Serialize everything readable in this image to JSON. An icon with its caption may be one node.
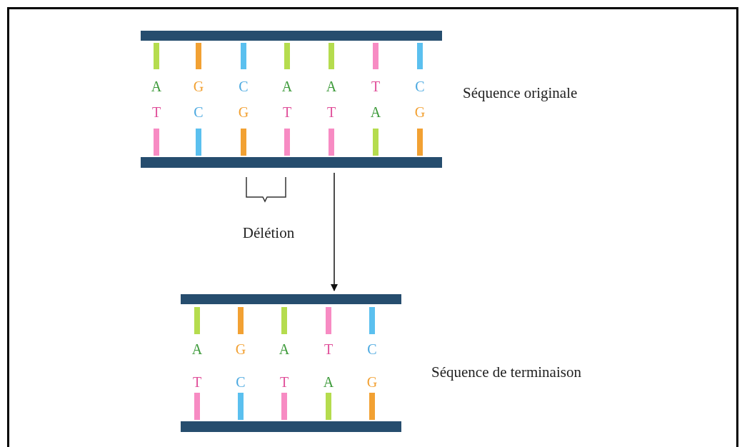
{
  "diagram": {
    "nodes": [
      {
        "text": [],
        "shape": "picture",
        "beside": [
          "Séquence originale"
        ]
      },
      {
        "text": [],
        "shape": "picture",
        "beside": [
          "Séquence de terminaison"
        ]
      }
    ],
    "edges": [
      {
        "from": 0,
        "to": 1,
        "arrow": "to"
      }
    ],
    "labels": [
      "A",
      "G",
      "C",
      "A",
      "A",
      "T",
      "C",
      "T",
      "C",
      "G",
      "T",
      "T",
      "A",
      "G",
      "Délétion",
      "A",
      "G",
      "A",
      "T",
      "C",
      "T",
      "C",
      "T",
      "A",
      "G"
    ]
  }
}
